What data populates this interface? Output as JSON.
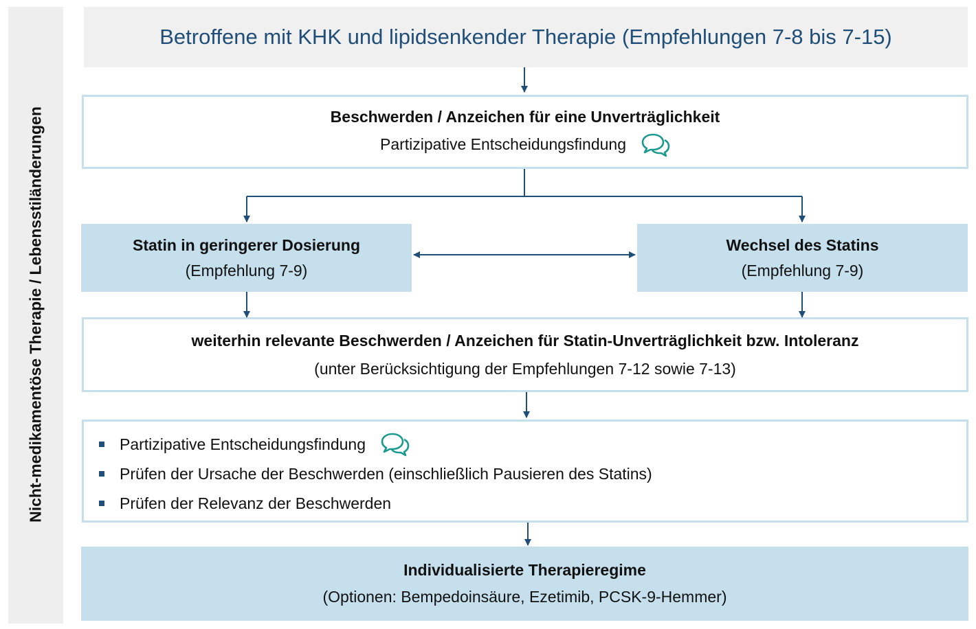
{
  "sidebar": {
    "label": "Nicht-medikamentöse Therapie / Lebensstiländerungen"
  },
  "title": "Betroffene mit KHK und lipidsenkender Therapie (Empfehlungen 7-8 bis 7-15)",
  "box_complaints": {
    "heading": "Beschwerden / Anzeichen für eine Unverträglichkeit",
    "subline": "Partizipative Entscheidungsfindung",
    "icon": "speech-bubbles-icon"
  },
  "box_low_dose": {
    "heading": "Statin in geringerer Dosierung",
    "subline": "(Empfehlung 7-9)"
  },
  "box_switch": {
    "heading": "Wechsel des Statins",
    "subline": "(Empfehlung 7-9)"
  },
  "box_persistent": {
    "heading": "weiterhin relevante Beschwerden / Anzeichen für Statin-Unverträglichkeit bzw. Intoleranz",
    "subline": "(unter Berücksichtigung der Empfehlungen 7-12 sowie 7-13)"
  },
  "box_checks": {
    "items": [
      "Partizipative Entscheidungsfindung",
      "Prüfen der Ursache der Beschwerden (einschließlich Pausieren des Statins)",
      "Prüfen der Relevanz der Beschwerden"
    ]
  },
  "box_regime": {
    "heading": "Individualisierte Therapieregime",
    "subline": "(Optionen: Bempedoinsäure, Ezetimib, PCSK-9-Hemmer)"
  },
  "colors": {
    "title_text": "#1f4e79",
    "box_fill": "#c5dfec",
    "box_border": "#c5dfec",
    "arrow": "#1f4e79",
    "icon": "#1a9a8f",
    "sidebar_fill": "#eeeeee",
    "title_fill": "#f0f0f0"
  }
}
